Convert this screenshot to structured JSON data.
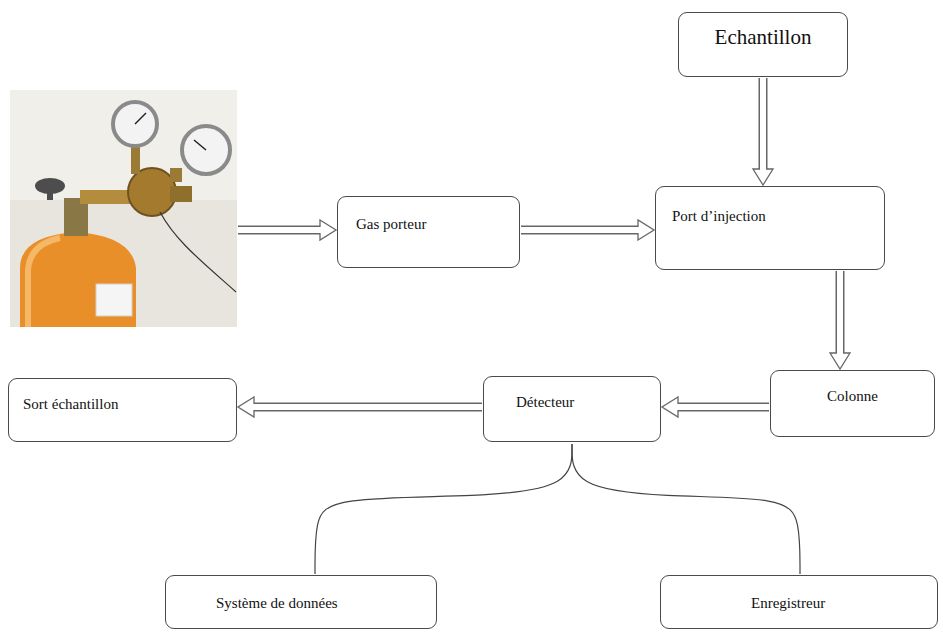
{
  "diagram": {
    "nodes": [
      {
        "text": [
          "Echantillon"
        ]
      },
      {
        "text": [
          "Gas porteur"
        ]
      },
      {
        "text": [
          "Port d’injection"
        ]
      },
      {
        "text": [
          "Sort échantillon"
        ]
      },
      {
        "text": [
          "Détecteur"
        ]
      },
      {
        "text": [
          "Colonne"
        ]
      },
      {
        "text": [
          "Système de données"
        ]
      },
      {
        "text": [
          "Enregistreur"
        ]
      }
    ],
    "edges": [
      {
        "from": 1,
        "to": 2,
        "arrow": "to"
      },
      {
        "from": 0,
        "to": 2,
        "arrow": "to"
      },
      {
        "from": 2,
        "to": 5,
        "arrow": "to"
      },
      {
        "from": 5,
        "to": 4,
        "arrow": "to"
      },
      {
        "from": 4,
        "to": 3,
        "arrow": "to"
      },
      {
        "from": 4,
        "to": 6,
        "arrow": "none"
      },
      {
        "from": 4,
        "to": 7,
        "arrow": "none"
      }
    ]
  }
}
